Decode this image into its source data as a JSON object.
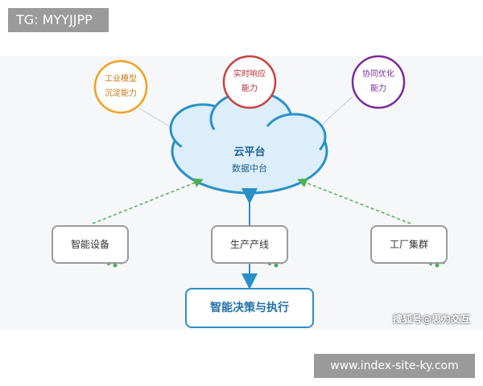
{
  "watermark_tag": "TG: MYYJJPP",
  "footer_url": "www.index-site-ky.com",
  "credit": "搜狐号@思为交互",
  "cloud": {
    "title": "云平台",
    "subtitle": "数据中台"
  },
  "capabilities": [
    {
      "line1": "工业模型",
      "line2": "沉淀能力",
      "color": "#f0a020"
    },
    {
      "line1": "实时响应",
      "line2": "能力",
      "color": "#c94040"
    },
    {
      "line1": "协同优化",
      "line2": "能力",
      "color": "#7a2c9a"
    }
  ],
  "nodes": [
    {
      "label": "智能设备"
    },
    {
      "label": "生产产线"
    },
    {
      "label": "工厂集群"
    }
  ],
  "decision": "智能决策与执行",
  "colors": {
    "cloud_stroke": "#2a90c8",
    "cloud_fill": "#dbeef9",
    "dashed_green": "#4caf50",
    "arrow_blue": "#2a90c8"
  }
}
